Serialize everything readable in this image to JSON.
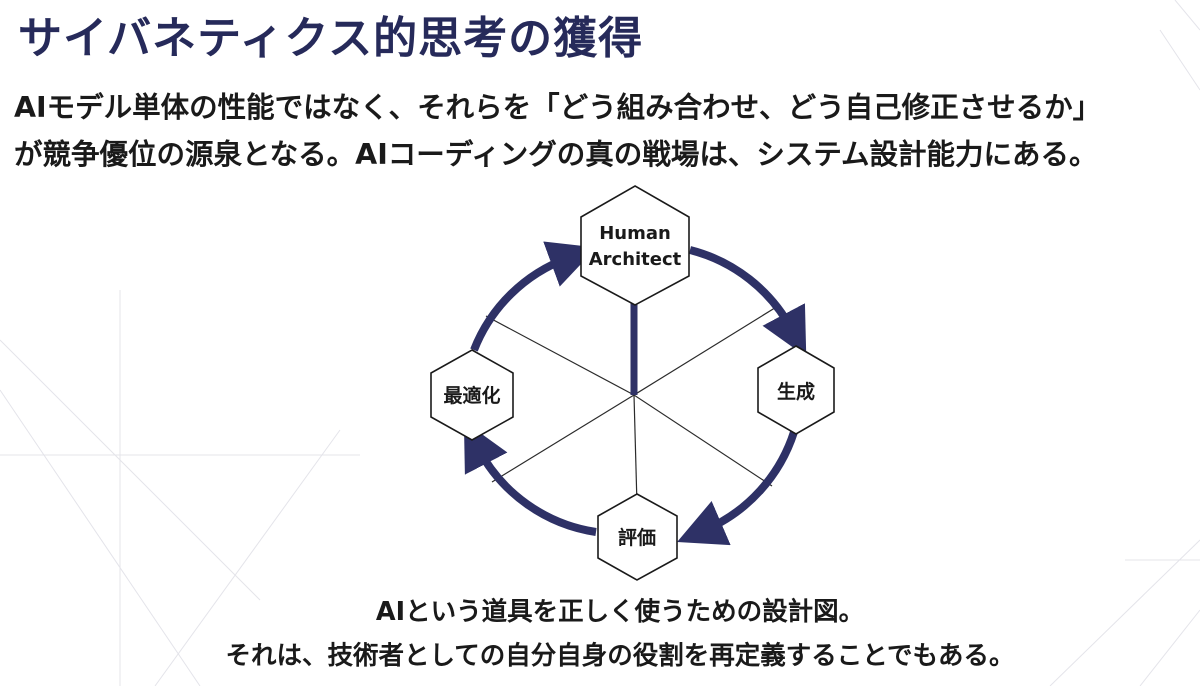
{
  "title": "サイバネティクス的思考の獲得",
  "lead": {
    "line1": "AIモデル単体の性能ではなく、それらを「どう組み合わせ、どう自己修正させるか」",
    "line2": "が競争優位の源泉となる。AIコーディングの真の戦場は、システム設計能力にある。"
  },
  "diagram": {
    "nodes": {
      "top": {
        "line1": "Human",
        "line2": "Architect"
      },
      "right": "生成",
      "bottom": "評価",
      "left": "最適化"
    }
  },
  "footer": {
    "line1": "AIという道具を正しく使うための設計図。",
    "line2": "それは、技術者としての自分自身の役割を再定義することでもある。"
  },
  "colors": {
    "title": "#262a5a",
    "arrow": "#2e3166",
    "text": "#1a1a1a"
  }
}
